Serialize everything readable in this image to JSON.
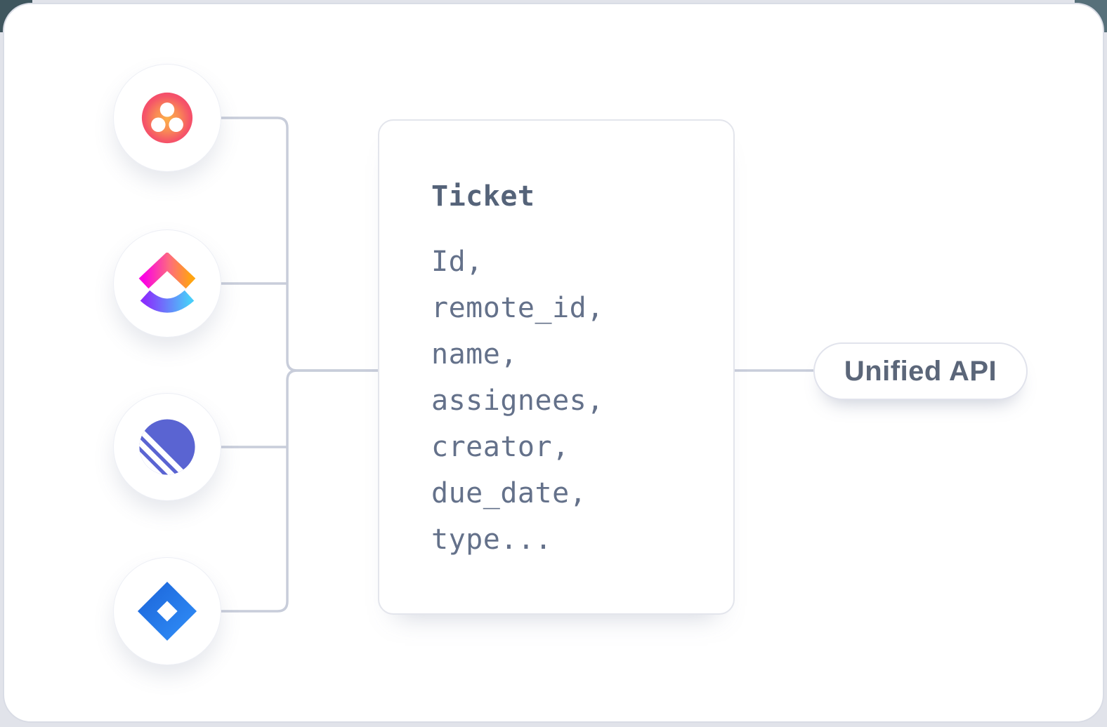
{
  "diagram": {
    "integrations": [
      {
        "name": "asana",
        "icon": "asana-icon"
      },
      {
        "name": "clickup",
        "icon": "clickup-icon"
      },
      {
        "name": "linear",
        "icon": "linear-icon"
      },
      {
        "name": "jira",
        "icon": "jira-icon"
      }
    ],
    "card": {
      "title": "Ticket",
      "fields": [
        "Id,",
        "remote_id,",
        "name,",
        "assignees,",
        "creator,",
        "due_date,",
        "type..."
      ]
    },
    "output": {
      "label": "Unified API"
    },
    "colors": {
      "connector_line": "#c8cdda",
      "panel_border": "#d9dce5",
      "card_text": "#64718a",
      "asana_pink": "#f4416e",
      "asana_orange": "#fcae49",
      "clickup_pink": "#fb02e3",
      "clickup_orange": "#ffa412",
      "clickup_purple": "#8930fd",
      "clickup_blue": "#49ccf9",
      "linear_indigo": "#5a64d2",
      "jira_blue_dark": "#1b63d8",
      "jira_blue_light": "#3190f9"
    }
  }
}
